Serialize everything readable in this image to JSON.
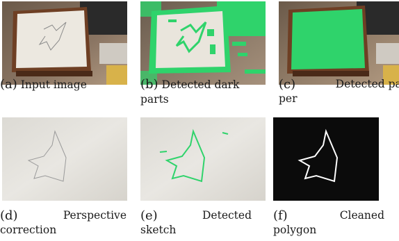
{
  "figure": {
    "panels": [
      {
        "label": "(a)",
        "caption_line1": "Input image",
        "caption_line2": ""
      },
      {
        "label": "(b)",
        "caption_line1": "Detected dark",
        "caption_line2": "parts"
      },
      {
        "label": "(c)",
        "caption_line1": "Detected pa-",
        "caption_line2": "per"
      },
      {
        "label": "(d)",
        "caption_line1": "Perspective",
        "caption_line2": "correction"
      },
      {
        "label": "(e)",
        "caption_line1": "Detected",
        "caption_line2": "sketch"
      },
      {
        "label": "(f)",
        "caption_line1": "Cleaned",
        "caption_line2": "polygon"
      }
    ],
    "colors": {
      "detection_green": "#2fd36b",
      "paper": "#e8e6e1",
      "background_dark": "#0b0b0b",
      "wood_frame": "#7a4a2e"
    }
  }
}
